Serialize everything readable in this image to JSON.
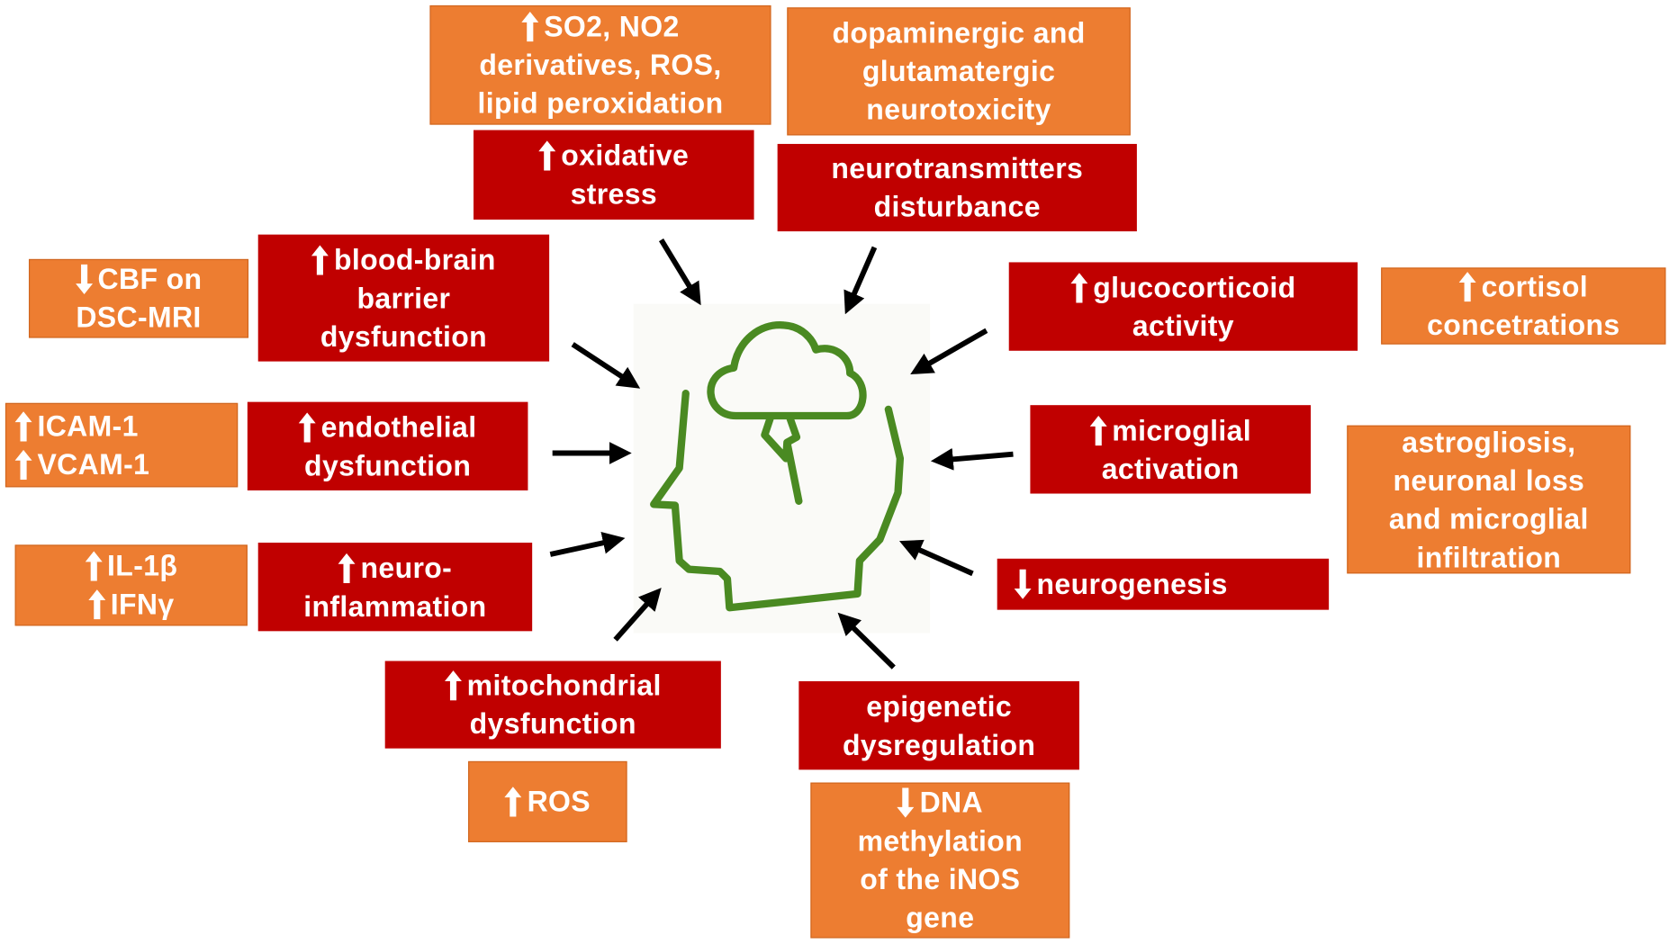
{
  "colors": {
    "red": "#c00000",
    "orange": "#ed7d31",
    "icon_green": "#4a8a22",
    "arrow": "#000000"
  },
  "center_icon": "head-with-storm-cloud-icon",
  "boxes": {
    "so2": {
      "lines": [
        {
          "arrow": "up",
          "text": "SO2, NO2"
        },
        {
          "text": "derivatives, ROS,"
        },
        {
          "text": "lipid peroxidation"
        }
      ]
    },
    "oxidative": {
      "lines": [
        {
          "arrow": "up",
          "text": "oxidative"
        },
        {
          "text": "stress"
        }
      ]
    },
    "dopaminergic": {
      "lines": [
        {
          "text": "dopaminergic and"
        },
        {
          "text": "glutamatergic"
        },
        {
          "text": "neurotoxicity"
        }
      ]
    },
    "neurotransmitters": {
      "lines": [
        {
          "text": "neurotransmitters"
        },
        {
          "text": "disturbance"
        }
      ]
    },
    "cbf": {
      "lines": [
        {
          "arrow": "down",
          "text": "CBF on"
        },
        {
          "text": "DSC-MRI"
        }
      ]
    },
    "bbb": {
      "lines": [
        {
          "arrow": "up",
          "text": "blood-brain"
        },
        {
          "text": "barrier"
        },
        {
          "text": "dysfunction"
        }
      ]
    },
    "glucocorticoid": {
      "lines": [
        {
          "arrow": "up",
          "text": "glucocorticoid"
        },
        {
          "text": "activity"
        }
      ]
    },
    "cortisol": {
      "lines": [
        {
          "arrow": "up",
          "text": "cortisol"
        },
        {
          "text": "concetrations"
        }
      ]
    },
    "icam": {
      "lines": [
        {
          "arrow": "up",
          "text": "ICAM-1"
        },
        {
          "arrow": "up",
          "text": "VCAM-1"
        }
      ]
    },
    "endothelial": {
      "lines": [
        {
          "arrow": "up",
          "text": "endothelial"
        },
        {
          "text": "dysfunction"
        }
      ]
    },
    "microglial": {
      "lines": [
        {
          "arrow": "up",
          "text": "microglial"
        },
        {
          "text": "activation"
        }
      ]
    },
    "astrogliosis": {
      "lines": [
        {
          "text": "astrogliosis,"
        },
        {
          "text": "neuronal loss"
        },
        {
          "text": "and microglial"
        },
        {
          "text": "infiltration"
        }
      ]
    },
    "il1b": {
      "lines": [
        {
          "arrow": "up",
          "text": "IL-1β"
        },
        {
          "arrow": "up",
          "text": "IFNγ"
        }
      ]
    },
    "neuroinflammation": {
      "lines": [
        {
          "arrow": "up",
          "text": "neuro-"
        },
        {
          "text": "inflammation"
        }
      ]
    },
    "neurogenesis": {
      "lines": [
        {
          "arrow": "down",
          "text": "neurogenesis"
        }
      ]
    },
    "mitochondrial": {
      "lines": [
        {
          "arrow": "up",
          "text": "mitochondrial"
        },
        {
          "text": "dysfunction"
        }
      ]
    },
    "ros": {
      "lines": [
        {
          "arrow": "up",
          "text": "ROS"
        }
      ]
    },
    "epigenetic": {
      "lines": [
        {
          "text": "epigenetic"
        },
        {
          "text": "dysregulation"
        }
      ]
    },
    "dna": {
      "lines": [
        {
          "arrow": "down",
          "text": "DNA"
        },
        {
          "text": "methylation"
        },
        {
          "text": "of the iNOS"
        },
        {
          "text": "gene"
        }
      ]
    }
  }
}
